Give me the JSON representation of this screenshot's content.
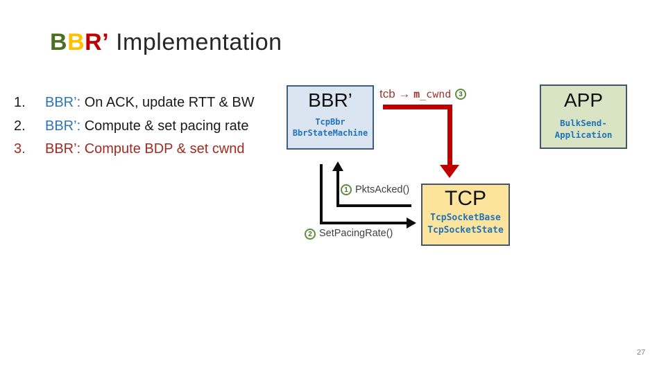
{
  "slide": {
    "title": {
      "b1": "B",
      "b2": "B",
      "r": "R",
      "apos": "’",
      "rest": " Implementation"
    },
    "list": [
      {
        "num": "1.",
        "prefix": "BBR’: ",
        "text": "On ACK, update RTT & BW"
      },
      {
        "num": "2.",
        "prefix": "BBR’: ",
        "text": "Compute & set pacing rate"
      },
      {
        "num": "3.",
        "prefix": "BBR’: ",
        "text": "Compute BDP & set cwnd"
      }
    ],
    "boxes": {
      "bbr": {
        "title": "BBR’",
        "class1": "TcpBbr",
        "class2": "BbrStateMachine"
      },
      "app": {
        "title": "APP",
        "class1": "BulkSend-",
        "class2": "Application"
      },
      "tcp": {
        "title": "TCP",
        "class1": "TcpSocketBase",
        "class2": "TcpSocketState"
      }
    },
    "callouts": {
      "cwnd": {
        "badge": "3",
        "prefix": "tcb → ",
        "code_bold": "m",
        "code_rest": "_cwnd"
      },
      "pktsacked": {
        "badge": "1",
        "label": "PktsAcked()"
      },
      "setpacing": {
        "badge": "2",
        "label": "SetPacingRate()"
      }
    },
    "page_number": "27",
    "colors": {
      "title_green": "#4a6e22",
      "title_gold": "#ffc000",
      "title_red": "#c00000",
      "list_blue": "#2e75b6",
      "list_dark_red": "#a12b22",
      "arrow_red": "#c00000",
      "arrow_black": "#0d0d0d",
      "bbr_box_fill": "#dbe5f2",
      "bbr_box_border": "#3a5c85",
      "app_box_fill": "#d8e4c3",
      "tcp_box_fill": "#fce49c",
      "dark_box_border": "#44546a",
      "class_name_blue": "#2273b8",
      "badge_green": "#5d8f3d",
      "callout_gray": "#3f3f3f"
    }
  }
}
